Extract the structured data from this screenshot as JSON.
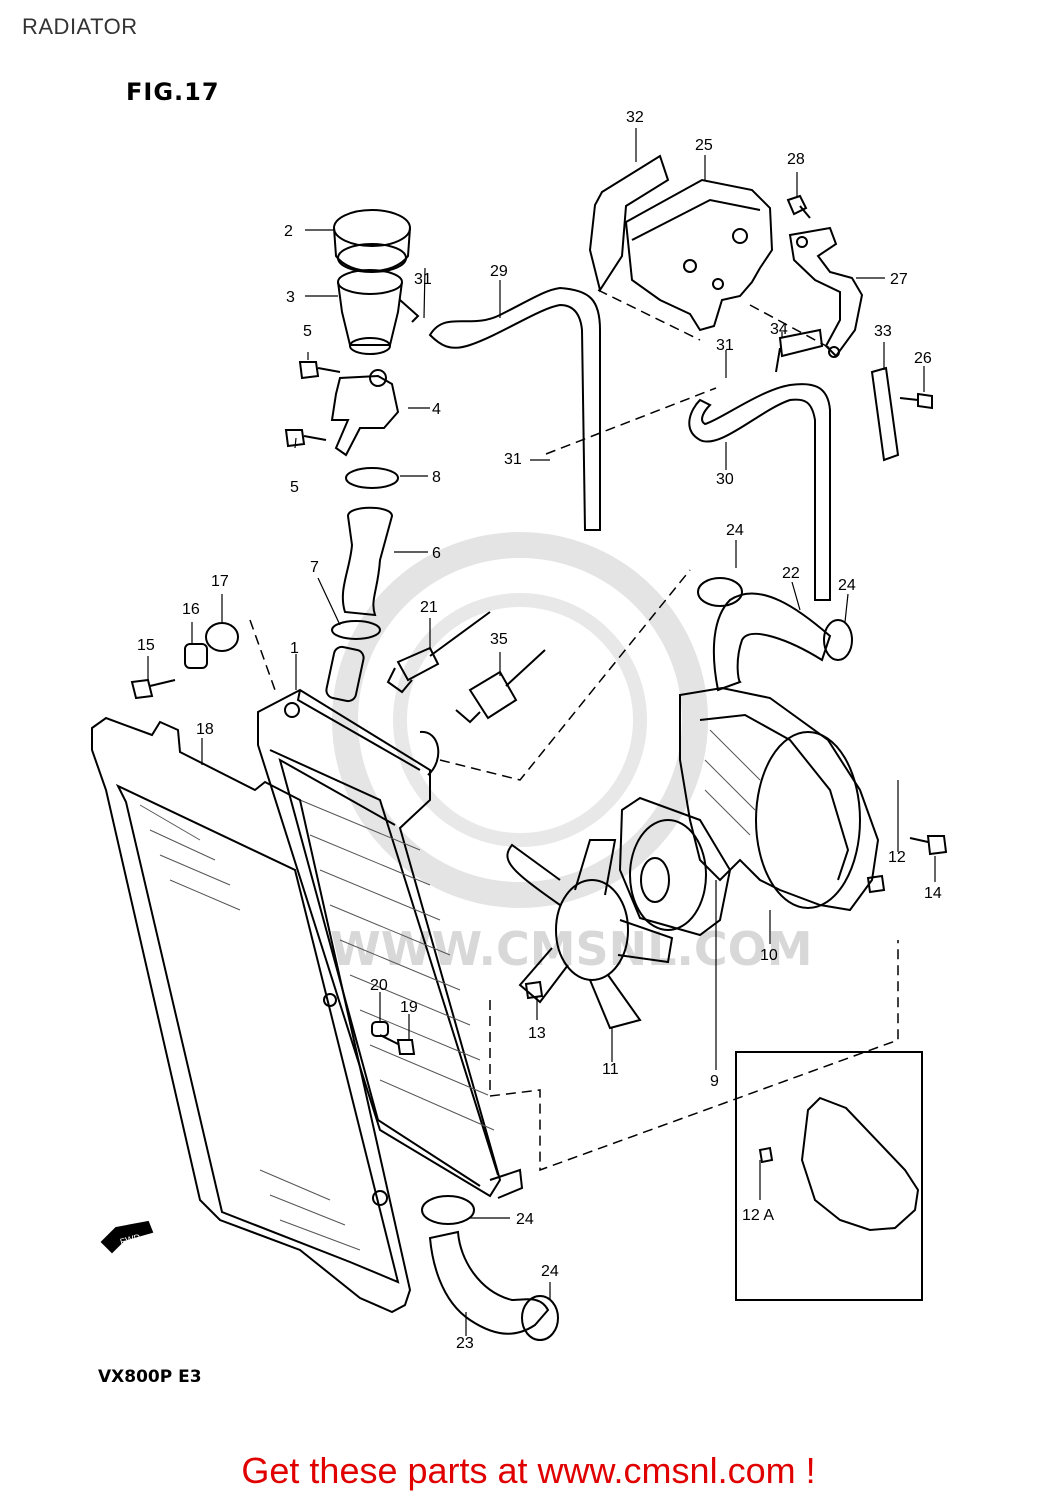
{
  "header": {
    "title": "RADIATOR"
  },
  "figure": {
    "label": "FIG.17",
    "model": "VX800P  E3"
  },
  "watermark": {
    "text": "WWW.CMSNL.COM",
    "color": "#d4d4d4"
  },
  "callouts": {
    "c1": "1",
    "c2": "2",
    "c3": "3",
    "c4": "4",
    "c5a": "5",
    "c5b": "5",
    "c6": "6",
    "c7": "7",
    "c8": "8",
    "c9": "9",
    "c10": "10",
    "c11": "11",
    "c12a": "12",
    "c12b": "12 A",
    "c13": "13",
    "c14": "14",
    "c15": "15",
    "c16": "16",
    "c17": "17",
    "c18": "18",
    "c19": "19",
    "c20": "20",
    "c21": "21",
    "c22": "22",
    "c23": "23",
    "c24a": "24",
    "c24b": "24",
    "c24c": "24",
    "c24d": "24",
    "c25": "25",
    "c26": "26",
    "c27": "27",
    "c28": "28",
    "c29": "29",
    "c30": "30",
    "c31a": "31",
    "c31b": "31",
    "c31c": "31",
    "c32": "32",
    "c33": "33",
    "c34": "34",
    "c35": "35"
  },
  "inset": {
    "fwd_label": "FWD"
  },
  "footer": {
    "promo": "Get these parts at www.cmsnl.com !",
    "color": "#e00000"
  }
}
